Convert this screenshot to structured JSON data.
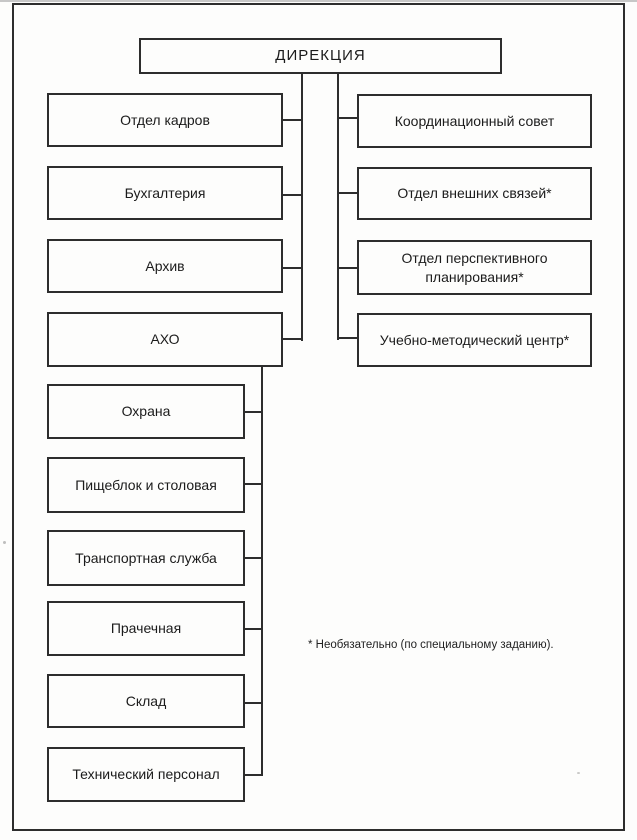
{
  "diagram": {
    "root": {
      "label": "ДИРЕКЦИЯ"
    },
    "left_branch": [
      {
        "label": "Отдел кадров"
      },
      {
        "label": "Бухгалтерия"
      },
      {
        "label": "Архив"
      },
      {
        "label": "АХО"
      }
    ],
    "right_branch": [
      {
        "label": "Координационный совет"
      },
      {
        "label": "Отдел внешних связей*"
      },
      {
        "label": "Отдел перспективного планирования*"
      },
      {
        "label": "Учебно-методический центр*"
      }
    ],
    "axo_branch": [
      {
        "label": "Охрана"
      },
      {
        "label": "Пищеблок и столовая"
      },
      {
        "label": "Транспортная служба"
      },
      {
        "label": "Прачечная"
      },
      {
        "label": "Склад"
      },
      {
        "label": "Технический персонал"
      }
    ],
    "footnote": "* Необязательно (по специальному заданию)."
  }
}
